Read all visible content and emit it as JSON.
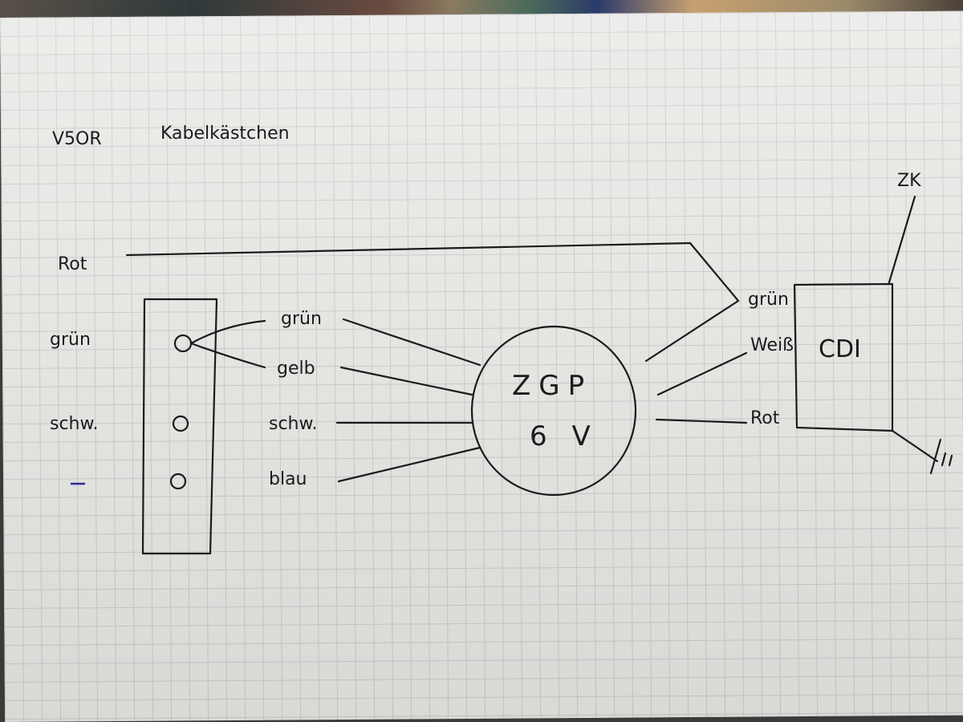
{
  "title": {
    "model": "V5OR",
    "subject": "Kabelkästchen"
  },
  "left_labels": {
    "rot": "Rot",
    "gruen": "grün",
    "schwarz": "schw.",
    "blue_dash": "–"
  },
  "wire_labels": [
    "grün",
    "gelb",
    "schw.",
    "blau"
  ],
  "zgp": {
    "line1": "ZGP",
    "line2": "6 V"
  },
  "cdi": {
    "label": "CDI",
    "inputs": [
      "grün",
      "Weiß",
      "Rot"
    ]
  },
  "zk_label": "ZK",
  "colors": {
    "ink": "#1b1b1d",
    "blue_ink": "#2a2a9a",
    "paper": "#e6e6e3",
    "grid": "#c9cbcc"
  }
}
